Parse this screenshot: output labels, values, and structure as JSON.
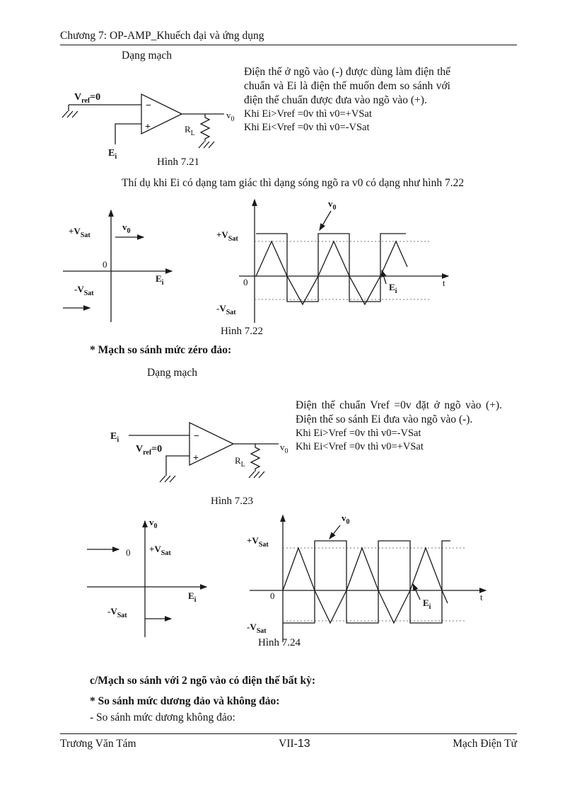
{
  "header": {
    "title": "Chương 7: OP-AMP_Khuếch đại và ứng dụng"
  },
  "labels": {
    "dang_mach": "Dạng mạch",
    "v": "V",
    "ref": "ref",
    "eq0": "=0",
    "e": "E",
    "i": "i",
    "v_lower": "v",
    "zero_sub": "0",
    "r": "R",
    "l": "L",
    "plus_v": "+V",
    "minus_v": "-V",
    "sat": "Sat",
    "minus": "−",
    "plus": "+",
    "zero": "0",
    "t": "t"
  },
  "fig721": {
    "description": "Điện thế ở ngõ vào (-) được dùng làm điện thế chuẩn và Ei là điện thế muốn đem so sánh với điện thế chuẩn được đưa vào ngõ vào (+).",
    "cond1": "Khi Ei>Vref =0v thì v0=+VSat",
    "cond2": "Khi Ei<Vref =0v thì v0=-VSat",
    "caption": "Hình 7.21"
  },
  "example_line": "Thí dụ khi Ei có dạng tam giác thì dạng sóng ngõ ra v0 có dạng như hình 7.22",
  "fig722": {
    "caption": "Hình 7.22"
  },
  "inv_heading": "* Mạch so sánh mức zéro đảo:",
  "fig723": {
    "description": "Điện thế chuẩn Vref =0v đặt ở ngõ vào (+). Điện thế so sánh Ei đưa vào ngõ vào (-).",
    "cond1": "Khi Ei>Vref =0v thì v0=-VSat",
    "cond2": "Khi Ei<Vref =0v thì v0=+VSat",
    "caption": "Hình 7.23"
  },
  "fig724": {
    "caption": "Hình 7.24"
  },
  "section_c": {
    "heading": "c/Mạch so sánh với 2 ngõ vào có điện thế bất kỳ:",
    "subheading": "* So sánh mức dương đảo và không đảo:",
    "line": "- So sánh mức dương không đảo:"
  },
  "footer": {
    "left": "Trương Văn Tám",
    "page_prefix": "VII-",
    "page_num": "13",
    "right": "Mạch Điện Tử"
  }
}
